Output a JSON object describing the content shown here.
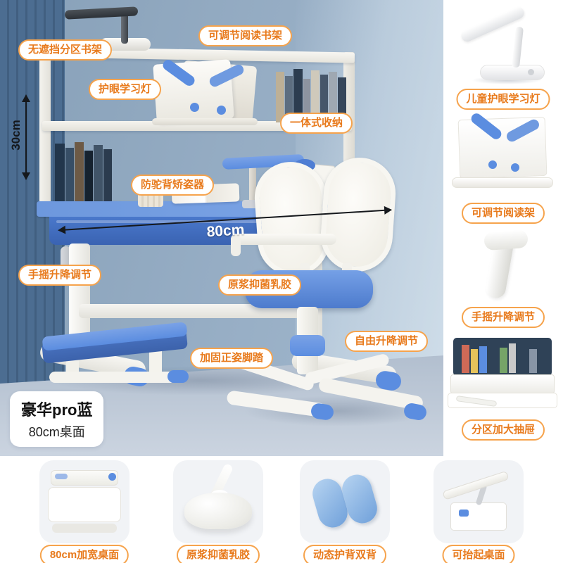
{
  "scene": {
    "badge": {
      "title": "豪华pro蓝",
      "subtitle": "80cm桌面"
    },
    "dimensions": {
      "shelf_height": "30cm",
      "desk_width": "80cm"
    },
    "callouts": {
      "shelf": "无遮挡分区书架",
      "reading_rack": "可调节阅读书架",
      "lamp": "护眼学习灯",
      "storage": "一体式收纳",
      "posture_corrector": "防驼背矫姿器",
      "desk_lift": "手摇升降调节",
      "latex": "原浆抑菌乳胶",
      "chair_lift": "自由升降调节",
      "footrest": "加固正姿脚踏"
    }
  },
  "sidebar": {
    "items": [
      {
        "label": "儿童护眼学习灯"
      },
      {
        "label": "可调节阅读架"
      },
      {
        "label": "手摇升降调节"
      },
      {
        "label": "分区加大抽屉"
      }
    ]
  },
  "bottom": {
    "items": [
      {
        "label": "80cm加宽桌面"
      },
      {
        "label": "原浆抑菌乳胶"
      },
      {
        "label": "动态护背双背"
      },
      {
        "label": "可抬起桌面"
      }
    ]
  },
  "colors": {
    "accent_text": "#e87a1c",
    "accent_border": "#f6a34c",
    "desk_blue": "#5b8de0",
    "wall_blue": "#93aac1"
  }
}
